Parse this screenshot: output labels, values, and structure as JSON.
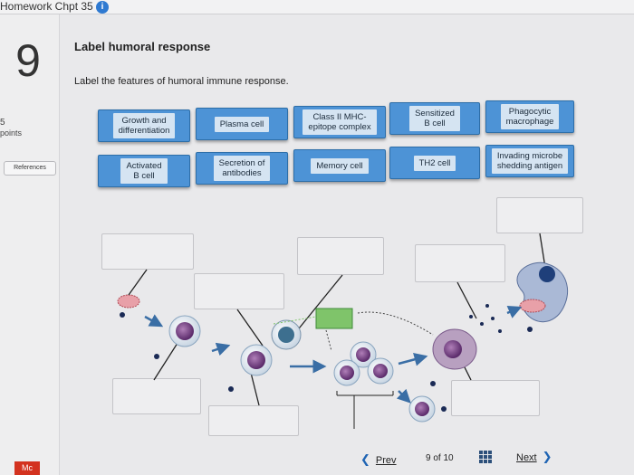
{
  "header": {
    "title": "Homework Chpt 35",
    "info_badge": "i"
  },
  "sidebar": {
    "question_number": "9",
    "points_value": "5",
    "points_label": "points",
    "references_label": "References",
    "brand_label": "Mc"
  },
  "question": {
    "title": "Label humoral response",
    "instruction": "Label the features of humoral immune response."
  },
  "labels": [
    "Growth and\ndifferentiation",
    "Plasma cell",
    "Class II MHC-\nepitope complex",
    "Sensitized\nB cell",
    "Phagocytic\nmacrophage",
    "Activated\nB cell",
    "Secretion of\nantibodies",
    "Memory cell",
    "TH2 cell",
    "Invading microbe\nshedding antigen"
  ],
  "footer": {
    "prev_label": "Prev",
    "page_current": "9",
    "page_of": "of",
    "page_total": "10",
    "next_label": "Next"
  },
  "colors": {
    "label_button": "#4d93d6",
    "label_text_bg": "#d5e4f2",
    "link_blue": "#1f64b3",
    "brand_red": "#d3321f"
  }
}
